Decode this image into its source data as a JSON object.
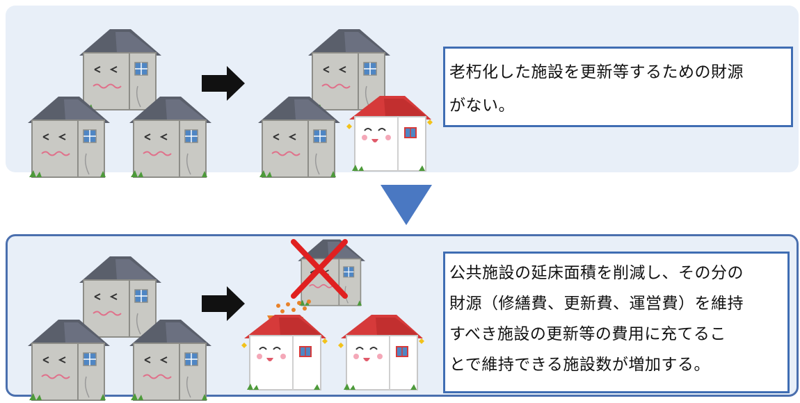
{
  "top_panel": {
    "lines": [
      "老朽化した施設を更新等するための財源",
      "がない。"
    ]
  },
  "bottom_panel": {
    "lines": [
      "公共施設の延床面積を削減し、その分の",
      "財源（修繕費、更新費、運営費）を維持",
      "すべき施設の更新等の費用に充てるこ",
      "とで維持できる施設数が増加する。"
    ]
  },
  "colors": {
    "panel_bg": "#e8eff8",
    "box_border": "#3f6db3",
    "down_arrow": "#4a78c2",
    "cross": "#e02020",
    "roof_old": "#555a66",
    "roof_new": "#d63a3a"
  }
}
